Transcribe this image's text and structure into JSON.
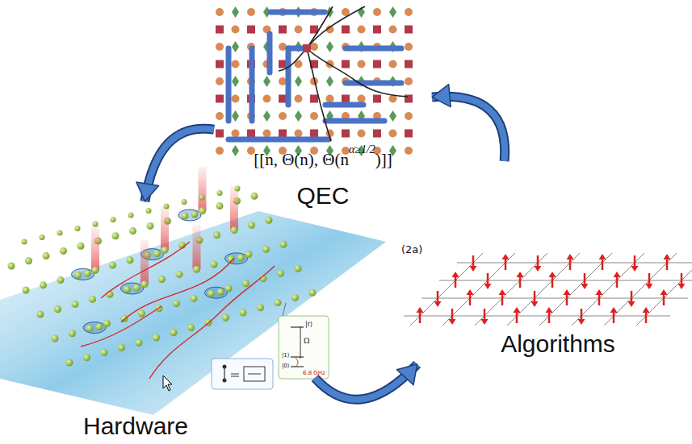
{
  "diagram": {
    "nodes": [
      {
        "text": [
          "QEC"
        ]
      },
      {
        "text": [
          "Hardware"
        ]
      },
      {
        "text": [
          "Algorithms"
        ]
      }
    ],
    "edges": [
      {
        "from": 0,
        "to": 1,
        "arrow": "to"
      },
      {
        "from": 1,
        "to": 2,
        "arrow": "to"
      },
      {
        "from": 2,
        "to": 0,
        "arrow": "to"
      }
    ],
    "labels": [
      "[[n, Θ(n), Θ(n",
      "α≥1/2",
      ")]]",
      "(2a)",
      "|r⟩",
      "Ω",
      "|1⟩",
      "|0⟩",
      "6.8 GHz"
    ]
  }
}
